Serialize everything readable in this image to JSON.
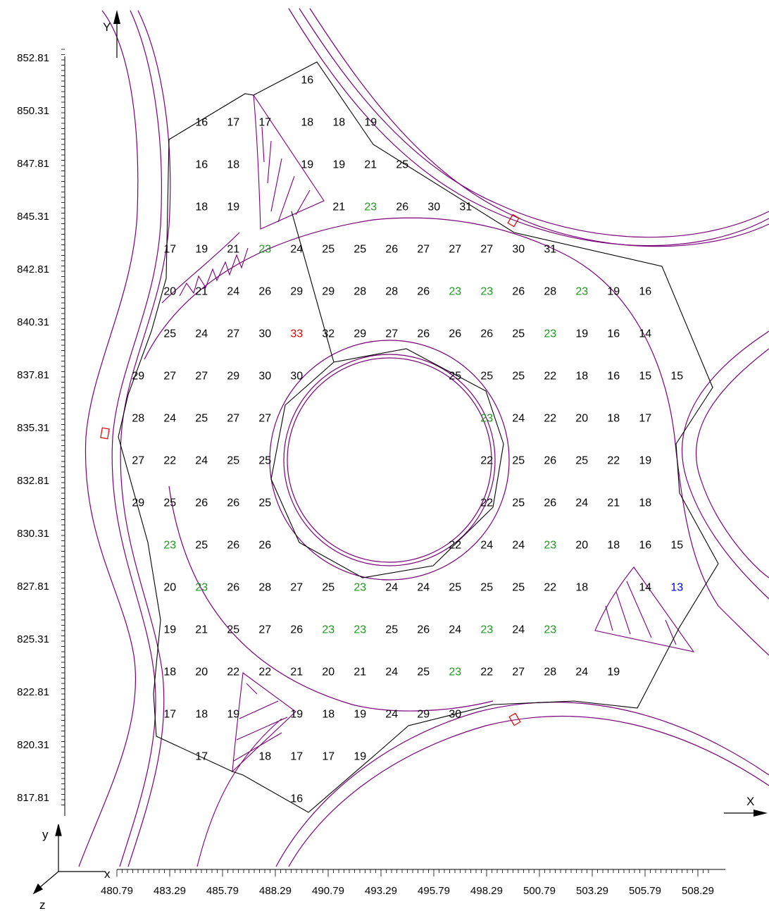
{
  "axes": {
    "x_title": "X",
    "y_title": "Y",
    "gizmo": {
      "x": "x",
      "y": "y",
      "z": "z"
    },
    "x_ticks": [
      "480.79",
      "483.29",
      "485.79",
      "488.29",
      "490.79",
      "493.29",
      "495.79",
      "498.29",
      "500.79",
      "503.29",
      "505.79",
      "508.29"
    ],
    "y_ticks": [
      "852.81",
      "850.31",
      "847.81",
      "845.31",
      "842.81",
      "840.31",
      "837.81",
      "835.31",
      "832.81",
      "830.31",
      "827.81",
      "825.31",
      "822.81",
      "820.31",
      "817.81"
    ]
  },
  "colors": {
    "default": "#000000",
    "highlight_green": "#1a9a1a",
    "max_red": "#e00000",
    "min_blue": "#0000e0",
    "road_lines": "#7a007a",
    "zone_outline": "#000000",
    "marker": "#e00000"
  },
  "grid_values": {
    "rows": [
      {
        "y": 851.8,
        "cells": [
          {
            "x": 489.8,
            "v": "16"
          }
        ]
      },
      {
        "y": 849.8,
        "cells": [
          {
            "x": 484.8,
            "v": "16"
          },
          {
            "x": 486.3,
            "v": "17"
          },
          {
            "x": 487.8,
            "v": "17"
          },
          {
            "x": 489.8,
            "v": "18"
          },
          {
            "x": 491.3,
            "v": "18"
          },
          {
            "x": 492.8,
            "v": "19"
          }
        ]
      },
      {
        "y": 847.8,
        "cells": [
          {
            "x": 484.8,
            "v": "16"
          },
          {
            "x": 486.3,
            "v": "18"
          },
          {
            "x": 489.8,
            "v": "19"
          },
          {
            "x": 491.3,
            "v": "19"
          },
          {
            "x": 492.8,
            "v": "21"
          },
          {
            "x": 494.3,
            "v": "25"
          }
        ]
      },
      {
        "y": 845.8,
        "cells": [
          {
            "x": 484.8,
            "v": "18"
          },
          {
            "x": 486.3,
            "v": "19"
          },
          {
            "x": 491.3,
            "v": "21"
          },
          {
            "x": 492.8,
            "v": "23",
            "c": "green"
          },
          {
            "x": 494.3,
            "v": "26"
          },
          {
            "x": 495.8,
            "v": "30"
          },
          {
            "x": 497.3,
            "v": "31"
          }
        ]
      },
      {
        "y": 843.8,
        "cells": [
          {
            "x": 483.3,
            "v": "17"
          },
          {
            "x": 484.8,
            "v": "19"
          },
          {
            "x": 486.3,
            "v": "21"
          },
          {
            "x": 487.8,
            "v": "23",
            "c": "green"
          },
          {
            "x": 489.3,
            "v": "24"
          },
          {
            "x": 490.8,
            "v": "25"
          },
          {
            "x": 492.3,
            "v": "25"
          },
          {
            "x": 493.8,
            "v": "26"
          },
          {
            "x": 495.3,
            "v": "27"
          },
          {
            "x": 496.8,
            "v": "27"
          },
          {
            "x": 498.3,
            "v": "27"
          },
          {
            "x": 499.8,
            "v": "30"
          },
          {
            "x": 501.3,
            "v": "31"
          }
        ]
      },
      {
        "y": 841.8,
        "cells": [
          {
            "x": 483.3,
            "v": "20"
          },
          {
            "x": 484.8,
            "v": "21"
          },
          {
            "x": 486.3,
            "v": "24"
          },
          {
            "x": 487.8,
            "v": "26"
          },
          {
            "x": 489.3,
            "v": "29"
          },
          {
            "x": 490.8,
            "v": "29"
          },
          {
            "x": 492.3,
            "v": "28"
          },
          {
            "x": 493.8,
            "v": "28"
          },
          {
            "x": 495.3,
            "v": "26"
          },
          {
            "x": 496.8,
            "v": "23",
            "c": "green"
          },
          {
            "x": 498.3,
            "v": "23",
            "c": "green"
          },
          {
            "x": 499.8,
            "v": "26"
          },
          {
            "x": 501.3,
            "v": "28"
          },
          {
            "x": 502.8,
            "v": "23",
            "c": "green"
          },
          {
            "x": 504.3,
            "v": "19"
          },
          {
            "x": 505.8,
            "v": "16"
          }
        ]
      },
      {
        "y": 839.8,
        "cells": [
          {
            "x": 483.3,
            "v": "25"
          },
          {
            "x": 484.8,
            "v": "24"
          },
          {
            "x": 486.3,
            "v": "27"
          },
          {
            "x": 487.8,
            "v": "30"
          },
          {
            "x": 489.3,
            "v": "33",
            "c": "red"
          },
          {
            "x": 490.8,
            "v": "32"
          },
          {
            "x": 492.3,
            "v": "29"
          },
          {
            "x": 493.8,
            "v": "27"
          },
          {
            "x": 495.3,
            "v": "26"
          },
          {
            "x": 496.8,
            "v": "26"
          },
          {
            "x": 498.3,
            "v": "26"
          },
          {
            "x": 499.8,
            "v": "25"
          },
          {
            "x": 501.3,
            "v": "23",
            "c": "green"
          },
          {
            "x": 502.8,
            "v": "19"
          },
          {
            "x": 504.3,
            "v": "16"
          },
          {
            "x": 505.8,
            "v": "14"
          }
        ]
      },
      {
        "y": 837.8,
        "cells": [
          {
            "x": 481.8,
            "v": "29"
          },
          {
            "x": 483.3,
            "v": "27"
          },
          {
            "x": 484.8,
            "v": "27"
          },
          {
            "x": 486.3,
            "v": "29"
          },
          {
            "x": 487.8,
            "v": "30"
          },
          {
            "x": 489.3,
            "v": "30"
          },
          {
            "x": 496.8,
            "v": "25"
          },
          {
            "x": 498.3,
            "v": "25"
          },
          {
            "x": 499.8,
            "v": "25"
          },
          {
            "x": 501.3,
            "v": "22"
          },
          {
            "x": 502.8,
            "v": "18"
          },
          {
            "x": 504.3,
            "v": "16"
          },
          {
            "x": 505.8,
            "v": "15"
          },
          {
            "x": 507.3,
            "v": "15"
          }
        ]
      },
      {
        "y": 835.8,
        "cells": [
          {
            "x": 481.8,
            "v": "28"
          },
          {
            "x": 483.3,
            "v": "24"
          },
          {
            "x": 484.8,
            "v": "25"
          },
          {
            "x": 486.3,
            "v": "27"
          },
          {
            "x": 487.8,
            "v": "27"
          },
          {
            "x": 498.3,
            "v": "23",
            "c": "green"
          },
          {
            "x": 499.8,
            "v": "24"
          },
          {
            "x": 501.3,
            "v": "22"
          },
          {
            "x": 502.8,
            "v": "20"
          },
          {
            "x": 504.3,
            "v": "18"
          },
          {
            "x": 505.8,
            "v": "17"
          }
        ]
      },
      {
        "y": 833.8,
        "cells": [
          {
            "x": 481.8,
            "v": "27"
          },
          {
            "x": 483.3,
            "v": "22"
          },
          {
            "x": 484.8,
            "v": "24"
          },
          {
            "x": 486.3,
            "v": "25"
          },
          {
            "x": 487.8,
            "v": "25"
          },
          {
            "x": 498.3,
            "v": "22"
          },
          {
            "x": 499.8,
            "v": "25"
          },
          {
            "x": 501.3,
            "v": "26"
          },
          {
            "x": 502.8,
            "v": "25"
          },
          {
            "x": 504.3,
            "v": "22"
          },
          {
            "x": 505.8,
            "v": "19"
          }
        ]
      },
      {
        "y": 831.8,
        "cells": [
          {
            "x": 481.8,
            "v": "29"
          },
          {
            "x": 483.3,
            "v": "25"
          },
          {
            "x": 484.8,
            "v": "26"
          },
          {
            "x": 486.3,
            "v": "26"
          },
          {
            "x": 487.8,
            "v": "25"
          },
          {
            "x": 498.3,
            "v": "22"
          },
          {
            "x": 499.8,
            "v": "25"
          },
          {
            "x": 501.3,
            "v": "26"
          },
          {
            "x": 502.8,
            "v": "24"
          },
          {
            "x": 504.3,
            "v": "21"
          },
          {
            "x": 505.8,
            "v": "18"
          }
        ]
      },
      {
        "y": 829.8,
        "cells": [
          {
            "x": 483.3,
            "v": "23",
            "c": "green"
          },
          {
            "x": 484.8,
            "v": "25"
          },
          {
            "x": 486.3,
            "v": "26"
          },
          {
            "x": 487.8,
            "v": "26"
          },
          {
            "x": 496.8,
            "v": "22"
          },
          {
            "x": 498.3,
            "v": "24"
          },
          {
            "x": 499.8,
            "v": "24"
          },
          {
            "x": 501.3,
            "v": "23",
            "c": "green"
          },
          {
            "x": 502.8,
            "v": "20"
          },
          {
            "x": 504.3,
            "v": "18"
          },
          {
            "x": 505.8,
            "v": "16"
          },
          {
            "x": 507.3,
            "v": "15"
          }
        ]
      },
      {
        "y": 827.8,
        "cells": [
          {
            "x": 483.3,
            "v": "20"
          },
          {
            "x": 484.8,
            "v": "23",
            "c": "green"
          },
          {
            "x": 486.3,
            "v": "26"
          },
          {
            "x": 487.8,
            "v": "28"
          },
          {
            "x": 489.3,
            "v": "27"
          },
          {
            "x": 490.8,
            "v": "25"
          },
          {
            "x": 492.3,
            "v": "23",
            "c": "green"
          },
          {
            "x": 493.8,
            "v": "24"
          },
          {
            "x": 495.3,
            "v": "24"
          },
          {
            "x": 496.8,
            "v": "25"
          },
          {
            "x": 498.3,
            "v": "25"
          },
          {
            "x": 499.8,
            "v": "25"
          },
          {
            "x": 501.3,
            "v": "22"
          },
          {
            "x": 502.8,
            "v": "18"
          },
          {
            "x": 505.8,
            "v": "14"
          },
          {
            "x": 507.3,
            "v": "13",
            "c": "blue"
          }
        ]
      },
      {
        "y": 825.8,
        "cells": [
          {
            "x": 483.3,
            "v": "19"
          },
          {
            "x": 484.8,
            "v": "21"
          },
          {
            "x": 486.3,
            "v": "25"
          },
          {
            "x": 487.8,
            "v": "27"
          },
          {
            "x": 489.3,
            "v": "26"
          },
          {
            "x": 490.8,
            "v": "23",
            "c": "green"
          },
          {
            "x": 492.3,
            "v": "23",
            "c": "green"
          },
          {
            "x": 493.8,
            "v": "25"
          },
          {
            "x": 495.3,
            "v": "26"
          },
          {
            "x": 496.8,
            "v": "24"
          },
          {
            "x": 498.3,
            "v": "23",
            "c": "green"
          },
          {
            "x": 499.8,
            "v": "24"
          },
          {
            "x": 501.3,
            "v": "23",
            "c": "green"
          }
        ]
      },
      {
        "y": 823.8,
        "cells": [
          {
            "x": 483.3,
            "v": "18"
          },
          {
            "x": 484.8,
            "v": "20"
          },
          {
            "x": 486.3,
            "v": "22"
          },
          {
            "x": 487.8,
            "v": "22"
          },
          {
            "x": 489.3,
            "v": "21"
          },
          {
            "x": 490.8,
            "v": "20"
          },
          {
            "x": 492.3,
            "v": "21"
          },
          {
            "x": 493.8,
            "v": "24"
          },
          {
            "x": 495.3,
            "v": "25"
          },
          {
            "x": 496.8,
            "v": "23",
            "c": "green"
          },
          {
            "x": 498.3,
            "v": "22"
          },
          {
            "x": 499.8,
            "v": "27"
          },
          {
            "x": 501.3,
            "v": "28"
          },
          {
            "x": 502.8,
            "v": "24"
          },
          {
            "x": 504.3,
            "v": "19"
          }
        ]
      },
      {
        "y": 821.8,
        "cells": [
          {
            "x": 483.3,
            "v": "17"
          },
          {
            "x": 484.8,
            "v": "18"
          },
          {
            "x": 486.3,
            "v": "19"
          },
          {
            "x": 489.3,
            "v": "19"
          },
          {
            "x": 490.8,
            "v": "18"
          },
          {
            "x": 492.3,
            "v": "19"
          },
          {
            "x": 493.8,
            "v": "24"
          },
          {
            "x": 495.3,
            "v": "29"
          },
          {
            "x": 496.8,
            "v": "30"
          }
        ]
      },
      {
        "y": 819.8,
        "cells": [
          {
            "x": 484.8,
            "v": "17"
          },
          {
            "x": 487.8,
            "v": "18"
          },
          {
            "x": 489.3,
            "v": "17"
          },
          {
            "x": 490.8,
            "v": "17"
          },
          {
            "x": 492.3,
            "v": "19"
          }
        ]
      },
      {
        "y": 817.8,
        "cells": [
          {
            "x": 489.3,
            "v": "16"
          }
        ]
      }
    ]
  }
}
